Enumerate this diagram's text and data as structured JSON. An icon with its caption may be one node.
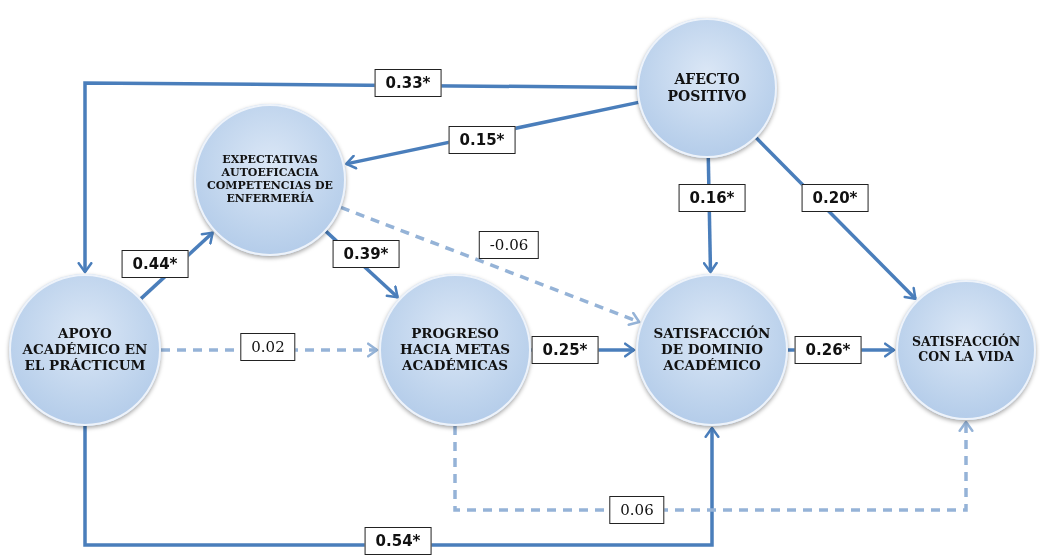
{
  "diagram": {
    "nodes": [
      {
        "text": [
          "AFECTO POSITIVO"
        ]
      },
      {
        "text": [
          "EXPECTATIVAS AUTOEFICACIA COMPETENCIAS DE ENFERMERÍA"
        ]
      },
      {
        "text": [
          "APOYO ACADÉMICO EN EL PRÁCTICUM"
        ]
      },
      {
        "text": [
          "PROGRESO HACIA METAS ACADÉMICAS"
        ]
      },
      {
        "text": [
          "SATISFACCIÓN DE DOMINIO ACADÉMICO"
        ]
      },
      {
        "text": [
          "SATISFACCIÓN CON LA VIDA"
        ]
      }
    ],
    "edges": [
      {
        "from": 0,
        "to": 2,
        "arrow": "to",
        "label": "0.33*"
      },
      {
        "from": 0,
        "to": 1,
        "arrow": "to",
        "label": "0.15*"
      },
      {
        "from": 0,
        "to": 4,
        "arrow": "to",
        "label": "0.16*"
      },
      {
        "from": 0,
        "to": 5,
        "arrow": "to",
        "label": "0.20*"
      },
      {
        "from": 1,
        "to": 3,
        "arrow": "to",
        "label": "0.39*"
      },
      {
        "from": 1,
        "to": 4,
        "arrow": "to",
        "label": "-0.06",
        "style": "dashed",
        "color": "#95b3d7"
      },
      {
        "from": 2,
        "to": 1,
        "arrow": "to",
        "label": "0.44*"
      },
      {
        "from": 2,
        "to": 3,
        "arrow": "to",
        "label": "0.02",
        "style": "dashed",
        "color": "#95b3d7"
      },
      {
        "from": 3,
        "to": 4,
        "arrow": "to",
        "label": "0.25*"
      },
      {
        "from": 4,
        "to": 5,
        "arrow": "to",
        "label": "0.26*"
      },
      {
        "from": 2,
        "to": 4,
        "arrow": "to",
        "label": "0.54*"
      },
      {
        "from": 3,
        "to": 5,
        "arrow": "to",
        "label": "0.06",
        "style": "dashed",
        "color": "#95b3d7"
      }
    ]
  }
}
